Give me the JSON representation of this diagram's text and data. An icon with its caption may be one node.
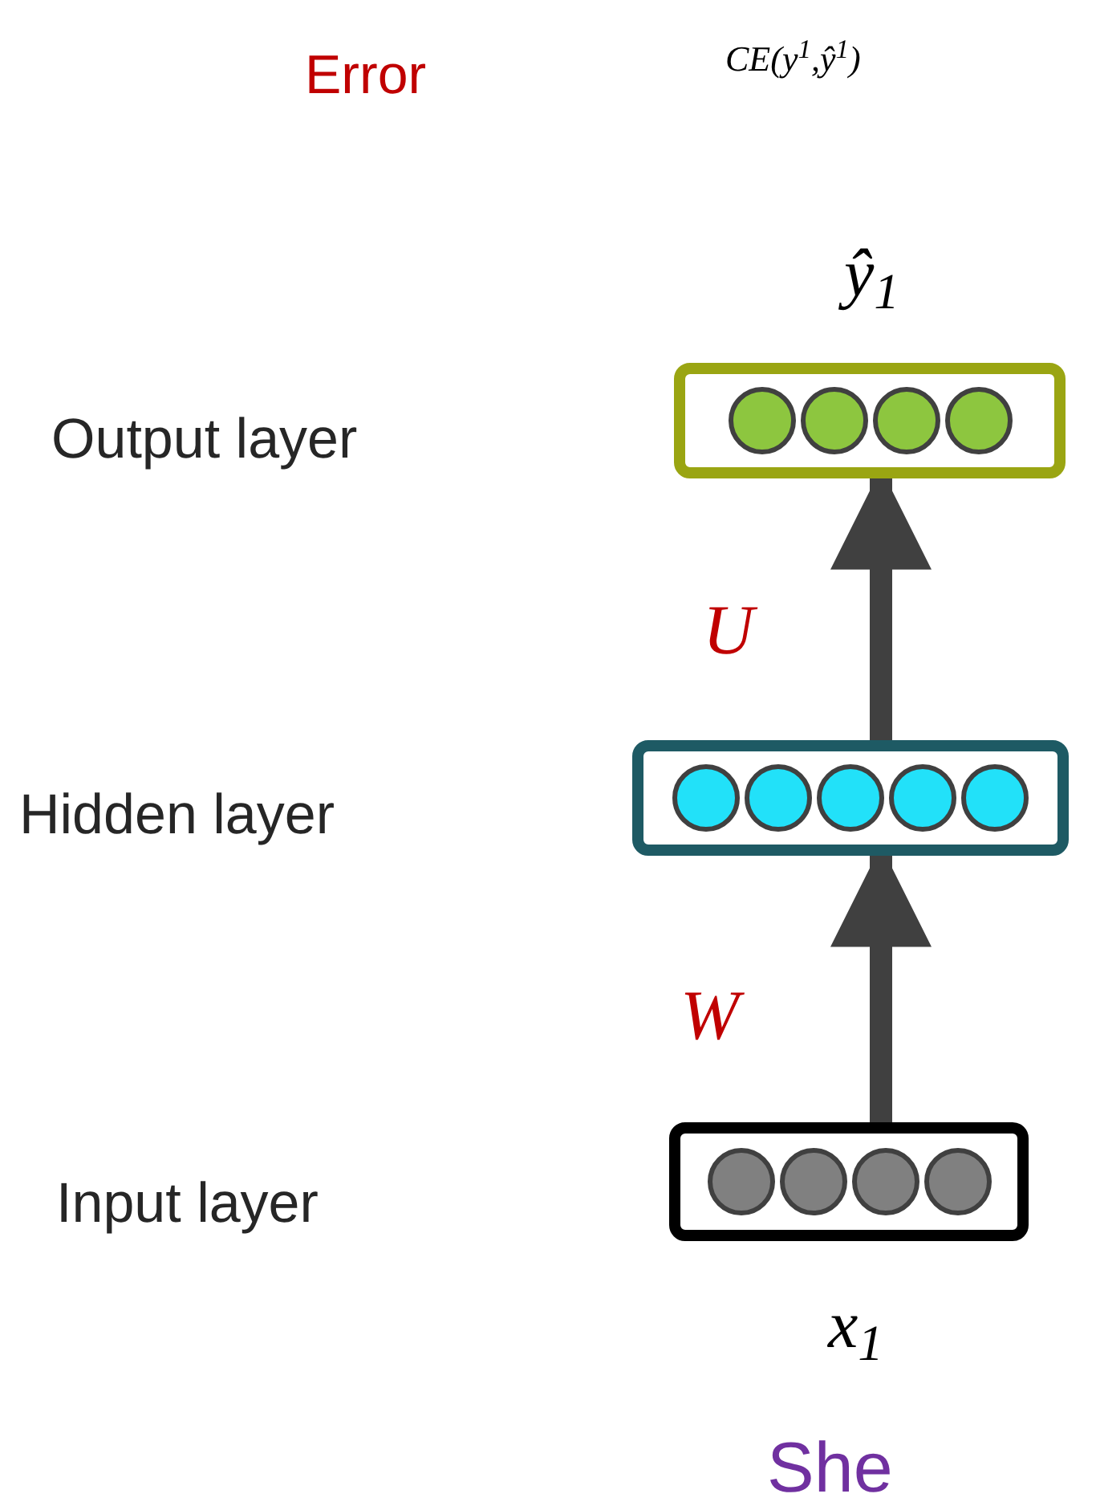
{
  "diagram": {
    "nodes": [
      {
        "text": [],
        "shape": "box",
        "beside": [
          "ŷ$_{1}$"
        ]
      },
      {
        "text": [],
        "shape": "box"
      },
      {
        "text": [],
        "shape": "box",
        "beside": [
          "x$_{1}$"
        ]
      }
    ],
    "edges": [
      {
        "from": 2,
        "to": 1,
        "arrow": "to",
        "label": "W"
      },
      {
        "from": 1,
        "to": 0,
        "arrow": "to",
        "label": "U"
      }
    ],
    "labels": [
      "Error",
      "CE(y$^{1}$,ŷ$^{1}$)",
      "Output layer",
      "Hidden layer",
      "Input layer",
      "She"
    ]
  }
}
